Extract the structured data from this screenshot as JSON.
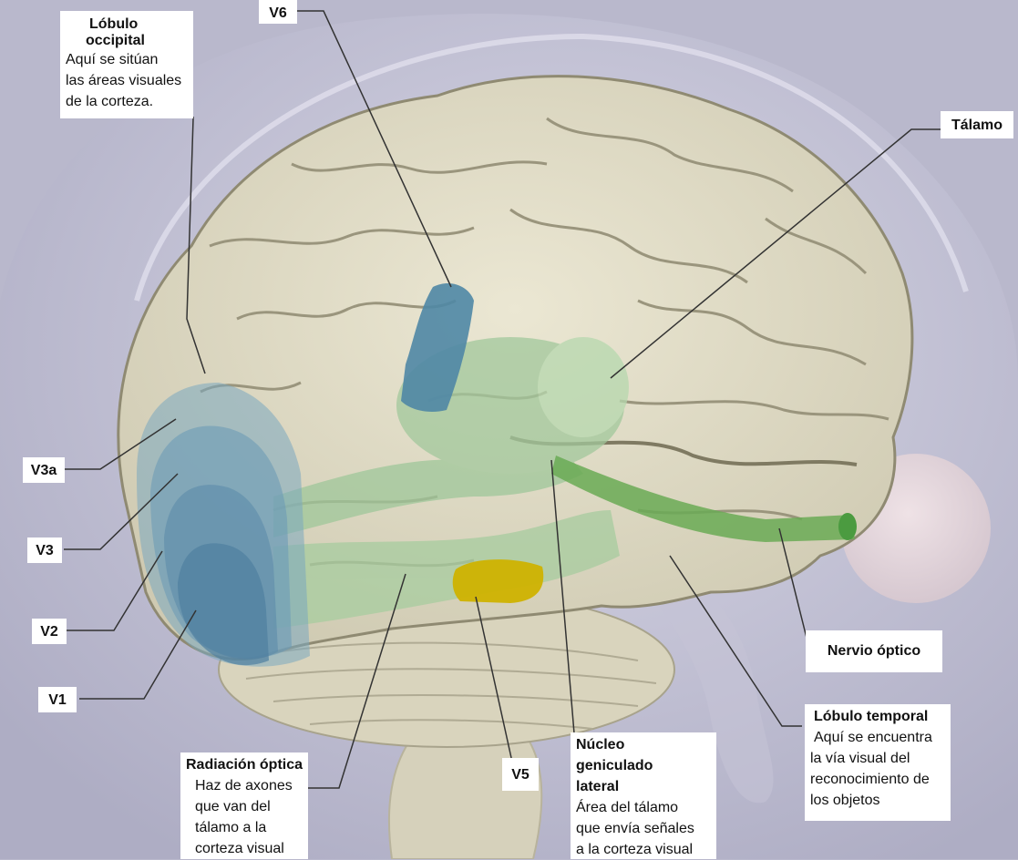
{
  "labels": {
    "occipital": {
      "title1": "Lóbulo",
      "title2": "occipital",
      "desc": [
        "Aquí se sitúan",
        "las áreas visuales",
        "de la corteza."
      ]
    },
    "v6": "V6",
    "talamo": "Tálamo",
    "v3a": "V3a",
    "v3": "V3",
    "v2": "V2",
    "v1": "V1",
    "nervio": "Nervio óptico",
    "temporal": {
      "title": "Lóbulo temporal",
      "desc": [
        "Aquí se encuentra",
        "la vía visual del",
        "reconocimiento de",
        "los objetos"
      ]
    },
    "radiacion": {
      "title": "Radiación óptica",
      "desc": [
        "Haz de axones",
        "que van del",
        "tálamo a la",
        "corteza visual"
      ]
    },
    "v5": "V5",
    "nucleo": {
      "title": [
        "Núcleo",
        "geniculado",
        "lateral"
      ],
      "desc": [
        "Área del tálamo",
        "que envía señales",
        "a la corteza visual"
      ]
    }
  },
  "colors": {
    "background": "#b9b8cc",
    "head": "#c9c8da",
    "brain": "#ddd9c4",
    "visual_areas": "#6d9bb5",
    "v6": "#4f87a5",
    "pathway": "#9fc79a",
    "optic_nerve": "#4b9b40",
    "v5": "#cfb200"
  }
}
